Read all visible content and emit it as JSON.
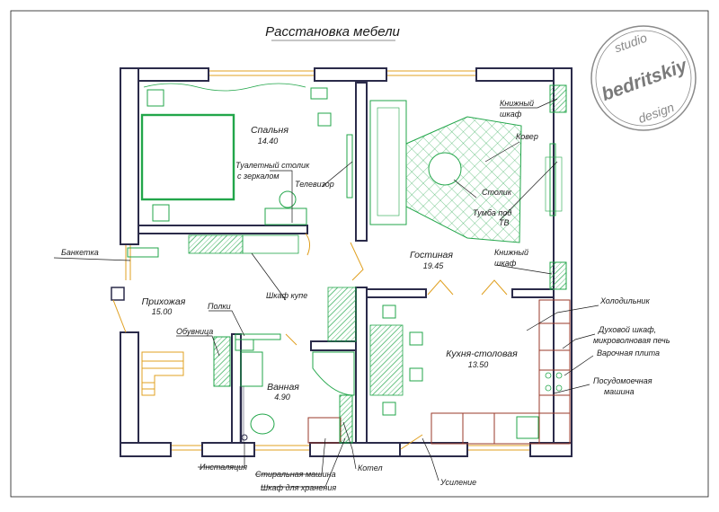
{
  "title": "Расстановка мебели",
  "logo": {
    "top": "studio",
    "middle": "bedritskiy",
    "bottom": "design"
  },
  "rooms": {
    "bedroom": {
      "name": "Спальня",
      "area": "14.40"
    },
    "living": {
      "name": "Гостиная",
      "area": "19.45"
    },
    "hall": {
      "name": "Прихожая",
      "area": "15.00"
    },
    "bath": {
      "name": "Ванная",
      "area": "4.90"
    },
    "kitchen": {
      "name": "Кухня-столовая",
      "area": "13.50"
    }
  },
  "labels": {
    "bookshelf_top_1": "Книжный",
    "bookshelf_top_2": "шкаф",
    "carpet": "Ковер",
    "vanity_1": "Туалетный столик",
    "vanity_2": "с зеркалом",
    "tv": "Телевизор",
    "table": "Столик",
    "tv_stand_1": "Тумба под",
    "tv_stand_2": "ТВ",
    "bookshelf_bottom_1": "Книжный",
    "bookshelf_bottom_2": "шкаф",
    "bench": "Банкетка",
    "wardrobe": "Шкаф купе",
    "shelves": "Полки",
    "shoe_rack": "Обувница",
    "fridge": "Холодильник",
    "oven_1": "Духовой шкаф,",
    "oven_2": "микроволновая печь",
    "hob": "Варочная плита",
    "dishwasher_1": "Посудомоечная",
    "dishwasher_2": "машина",
    "installation": "Инсталяция",
    "washer": "Стиральная машина",
    "storage": "Шкаф для хранения",
    "boiler": "Котел",
    "reinforcement": "Усиление"
  },
  "colors": {
    "wall": "#2b2b4a",
    "furniture": "#22a64a",
    "window": "#e0a020",
    "leader": "#1a1a1a",
    "door": "#e0a020",
    "kitchen": "#9a3a2a"
  }
}
